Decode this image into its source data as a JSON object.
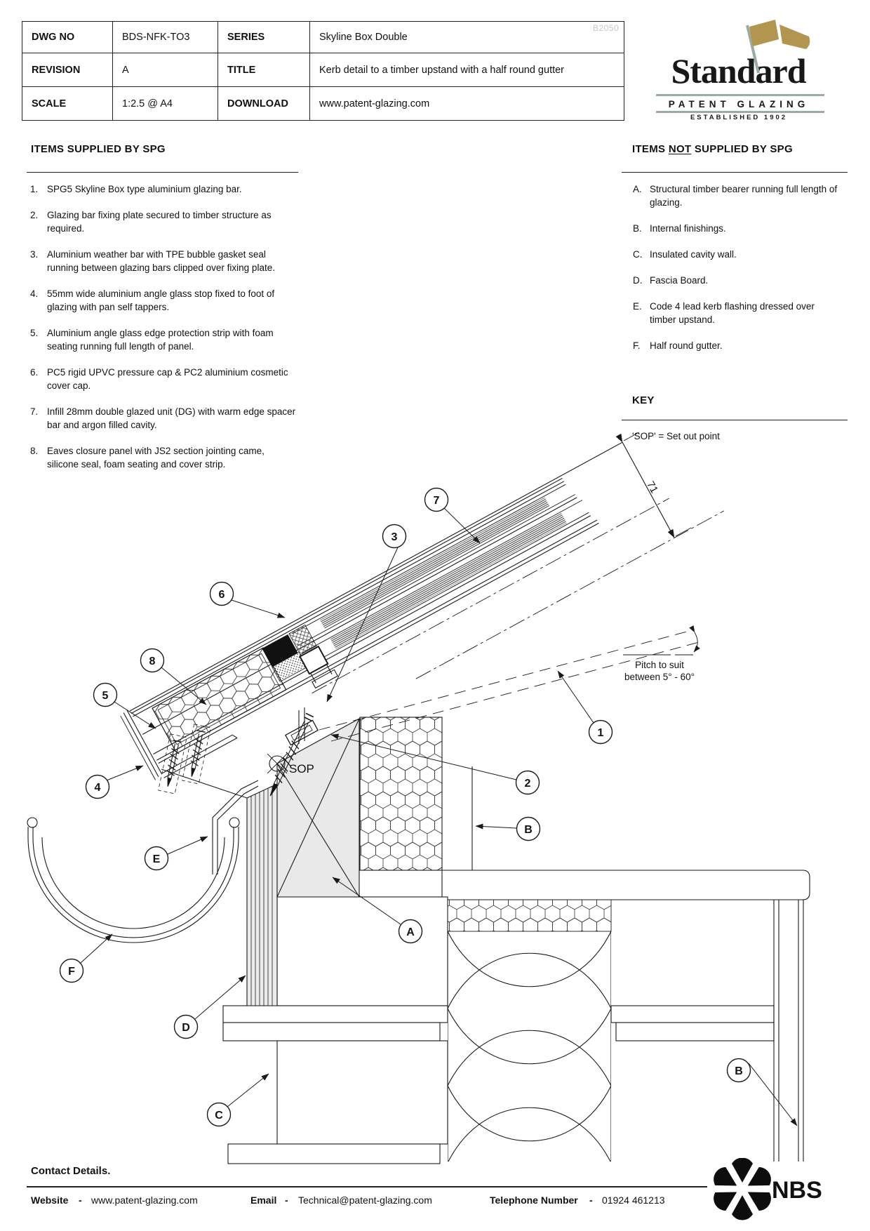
{
  "title_block": {
    "rows": [
      {
        "label1": "DWG NO",
        "value1": "BDS-NFK-TO3",
        "label2": "SERIES",
        "value2": "Skyline Box Double"
      },
      {
        "label1": "REVISION",
        "value1": "A",
        "label2": "TITLE",
        "value2": "Kerb detail to a timber upstand with a half round gutter"
      },
      {
        "label1": "SCALE",
        "value1": "1:2.5 @ A4",
        "label2": "DOWNLOAD",
        "value2": "www.patent-glazing.com"
      }
    ]
  },
  "watermark": "B2050",
  "logo": {
    "name": "Standard",
    "subtitle": "PATENT GLAZING",
    "established": "ESTABLISHED 1902",
    "flag_color": "#b2954e",
    "pole_color": "#9aab9f"
  },
  "supplied": {
    "heading": "ITEMS SUPPLIED BY SPG",
    "items": [
      {
        "num": "1.",
        "text": "SPG5 Skyline Box type aluminium glazing bar."
      },
      {
        "num": "2.",
        "text": "Glazing bar fixing plate secured to timber structure as required."
      },
      {
        "num": "3.",
        "text": "Aluminium weather bar with TPE bubble gasket seal running between glazing bars clipped over fixing plate."
      },
      {
        "num": "4.",
        "text": "55mm wide aluminium angle glass stop fixed to foot of glazing with pan self tappers."
      },
      {
        "num": "5.",
        "text": "Aluminium angle glass edge protection strip with foam seating running full length of panel."
      },
      {
        "num": "6.",
        "text": "PC5 rigid UPVC pressure cap & PC2 aluminium cosmetic cover cap."
      },
      {
        "num": "7.",
        "text": "Infill 28mm double glazed unit (DG) with warm edge spacer bar and argon filled cavity."
      },
      {
        "num": "8.",
        "text": "Eaves closure panel with JS2 section jointing came, silicone seal, foam seating and cover strip."
      }
    ]
  },
  "not_supplied": {
    "heading_pre": "ITEMS ",
    "heading_not": "NOT",
    "heading_post": " SUPPLIED BY SPG",
    "items": [
      {
        "num": "A.",
        "text": "Structural timber bearer running full length of glazing."
      },
      {
        "num": "B.",
        "text": "Internal finishings."
      },
      {
        "num": "C.",
        "text": "Insulated cavity wall."
      },
      {
        "num": "D.",
        "text": "Fascia Board."
      },
      {
        "num": "E.",
        "text": "Code 4 lead kerb flashing dressed over timber upstand."
      },
      {
        "num": "F.",
        "text": "Half round gutter."
      }
    ]
  },
  "key": {
    "heading": "KEY",
    "entry": "'SOP' = Set out point"
  },
  "drawing": {
    "callouts": [
      "7",
      "3",
      "6",
      "8",
      "5",
      "4",
      "1",
      "2",
      "B",
      "E",
      "A",
      "F",
      "D",
      "C",
      "B"
    ],
    "dim_label": "71",
    "pitch_line1": "Pitch to suit",
    "pitch_line2": "between 5° - 60°",
    "sop_label": "SOP"
  },
  "contact": {
    "heading": "Contact Details.",
    "website_label": "Website",
    "sep": "-",
    "website": "www.patent-glazing.com",
    "email_label": "Email",
    "email": "Technical@patent-glazing.com",
    "phone_label": "Telephone Number",
    "phone": "01924 461213"
  },
  "nbs": {
    "label": "NBS"
  }
}
